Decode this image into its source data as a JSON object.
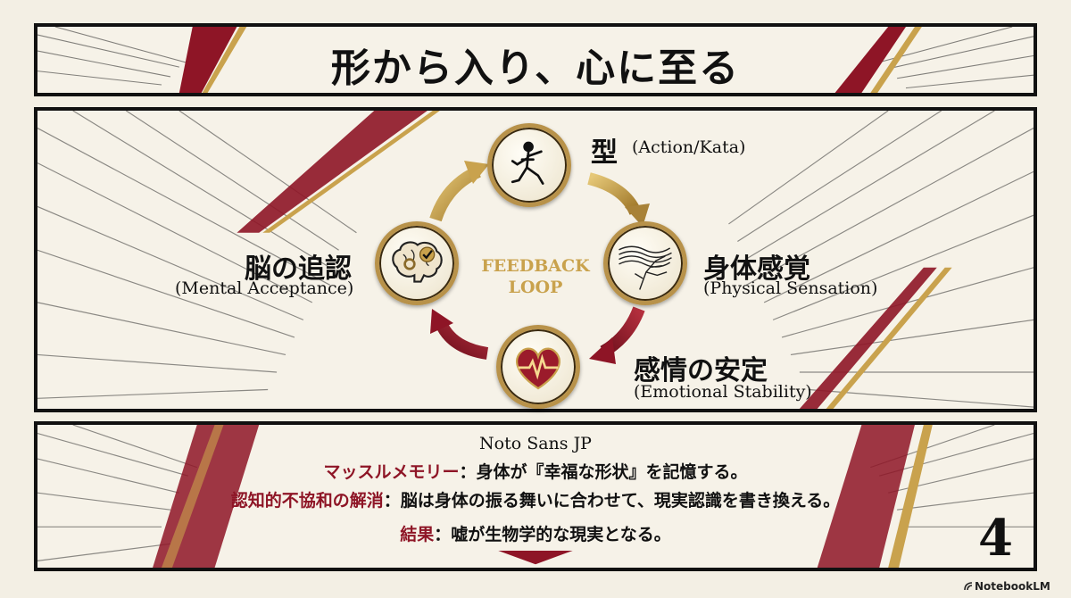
{
  "title": "形から入り、心に至る",
  "colors": {
    "accent_red": "#8e1526",
    "gold": "#c9a24d",
    "ink": "#111111",
    "paper": "#f3efe4"
  },
  "diagram": {
    "center_label_line1": "FEEDBACK",
    "center_label_line2": "LOOP",
    "nodes": [
      {
        "id": "kata",
        "icon": "karate-figure-icon",
        "jp": "型",
        "en": "(Action/Kata)"
      },
      {
        "id": "sensation",
        "icon": "nerve-waves-icon",
        "jp": "身体感覚",
        "en": "(Physical Sensation)"
      },
      {
        "id": "emotion",
        "icon": "heart-pulse-icon",
        "jp": "感情の安定",
        "en": "(Emotional Stability)"
      },
      {
        "id": "brain",
        "icon": "brain-check-icon",
        "jp": "脳の追認",
        "en": "(Mental Acceptance)"
      }
    ]
  },
  "footer": {
    "font_note": "Noto Sans JP",
    "lines": [
      {
        "key": "マッスルメモリー",
        "text": "：身体が『幸福な形状』を記憶する。"
      },
      {
        "key": "認知的不協和の解消",
        "text": "：脳は身体の振る舞いに合わせて、現実認識を書き換える。"
      },
      {
        "key": "結果",
        "text": "：嘘が生物学的な現実となる。"
      }
    ]
  },
  "page_number": "4",
  "brand": "NotebookLM"
}
